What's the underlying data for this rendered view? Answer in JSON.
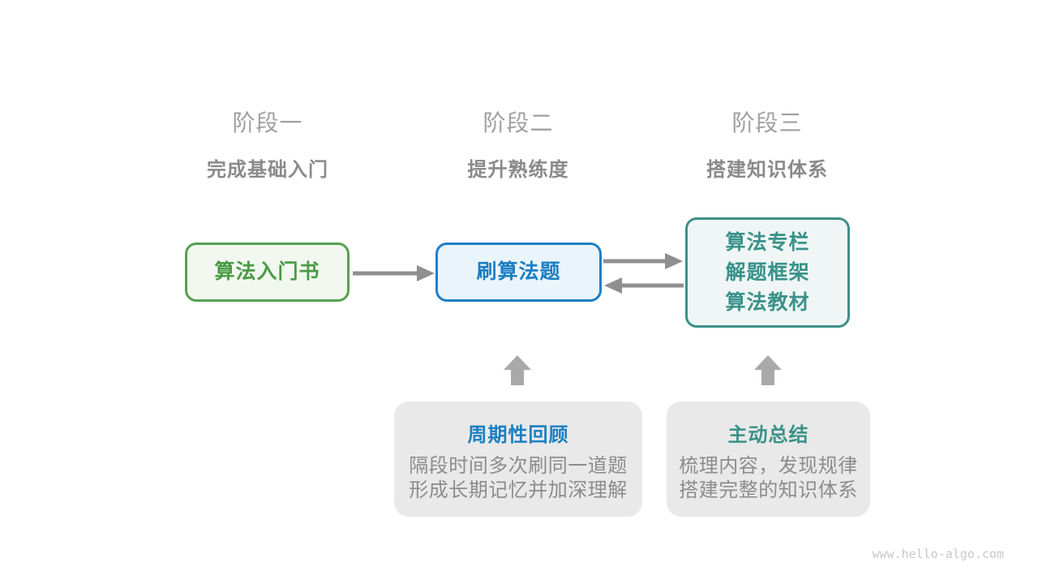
{
  "stages": [
    {
      "label": "阶段一",
      "subtitle": "完成基础入门"
    },
    {
      "label": "阶段二",
      "subtitle": "提升熟练度"
    },
    {
      "label": "阶段三",
      "subtitle": "搭建知识体系"
    }
  ],
  "nodes": [
    {
      "id": "algorithm-intro-book",
      "lines": [
        "算法入门书"
      ],
      "border_color": "#57a052",
      "fill_color": "#f2f8ef",
      "text_color": "#4a9b45"
    },
    {
      "id": "practice-problems",
      "lines": [
        "刷算法题"
      ],
      "border_color": "#1c80c6",
      "fill_color": "#eaf4fb",
      "text_color": "#1b7fc4"
    },
    {
      "id": "knowledge-resources",
      "lines": [
        "算法专栏",
        "解题框架",
        "算法教材"
      ],
      "border_color": "#3d9089",
      "fill_color": "#eff6f5",
      "text_color": "#39928a"
    }
  ],
  "notes": [
    {
      "id": "periodic-review",
      "title": "周期性回顾",
      "title_color": "#1b7fc4",
      "body_lines": [
        "隔段时间多次刷同一道题",
        "形成长期记忆并加深理解"
      ]
    },
    {
      "id": "active-summary",
      "title": "主动总结",
      "title_color": "#3a9188",
      "body_lines": [
        "梳理内容，发现规律",
        "搭建完整的知识体系"
      ]
    }
  ],
  "colors": {
    "arrow": "#8f8f8f",
    "block_arrow": "#a9a9a9",
    "stage_title": "#a0a0a0",
    "stage_subtitle": "#8a8a8a",
    "note_background": "#e9e9e9",
    "note_body_text": "#8c8c8c",
    "watermark": "#c9c9c9"
  },
  "watermark": "www.hello-algo.com"
}
